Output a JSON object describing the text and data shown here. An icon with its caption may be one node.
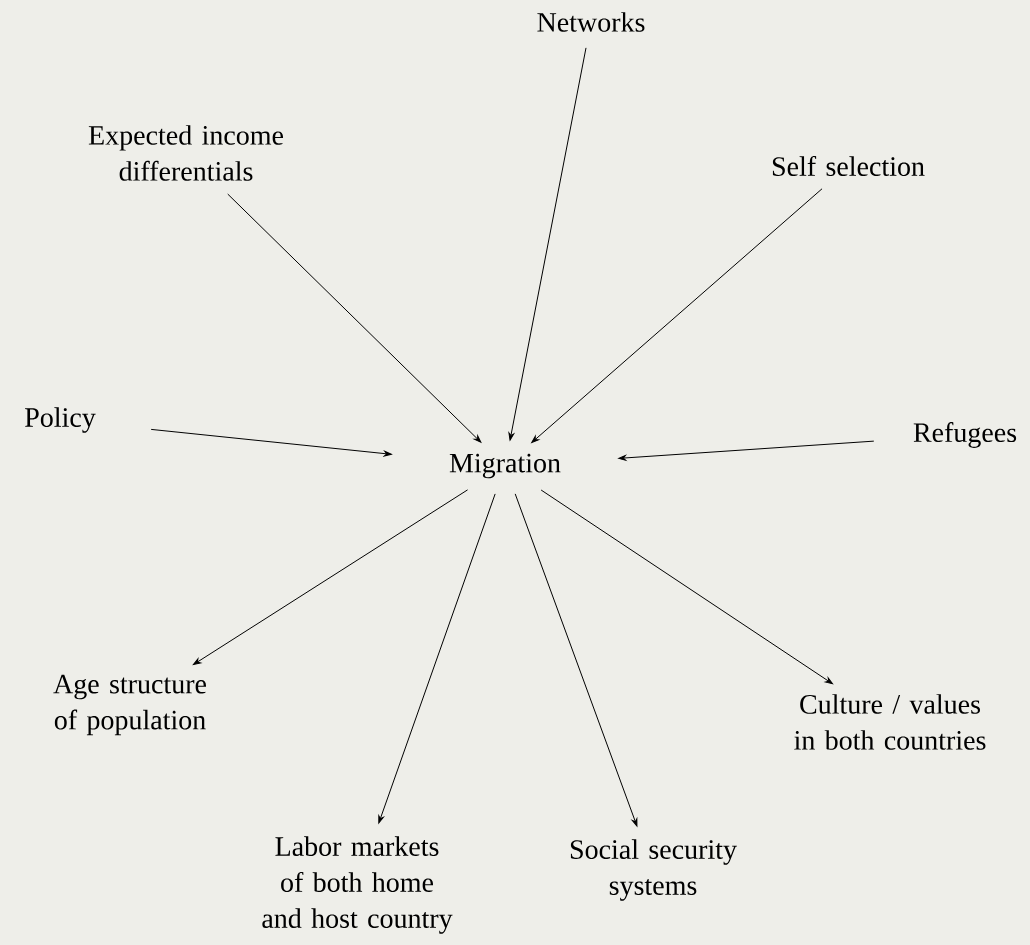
{
  "diagram": {
    "nodes": [
      {
        "text": [
          "Networks"
        ]
      },
      {
        "text": [
          "Expected income differentials"
        ]
      },
      {
        "text": [
          "Self selection"
        ]
      },
      {
        "text": [
          "Policy"
        ]
      },
      {
        "text": [
          "Migration"
        ]
      },
      {
        "text": [
          "Refugees"
        ]
      },
      {
        "text": [
          "Age structure of population"
        ]
      },
      {
        "text": [
          "Culture / values in both countries"
        ]
      },
      {
        "text": [
          "Labor markets of both home and host country"
        ]
      },
      {
        "text": [
          "Social security systems"
        ]
      }
    ],
    "edges": [
      {
        "from": 0,
        "to": 4,
        "arrow": "to"
      },
      {
        "from": 1,
        "to": 4,
        "arrow": "to"
      },
      {
        "from": 2,
        "to": 4,
        "arrow": "to"
      },
      {
        "from": 3,
        "to": 4,
        "arrow": "to"
      },
      {
        "from": 5,
        "to": 4,
        "arrow": "to"
      },
      {
        "from": 4,
        "to": 6,
        "arrow": "to"
      },
      {
        "from": 4,
        "to": 8,
        "arrow": "to"
      },
      {
        "from": 4,
        "to": 9,
        "arrow": "to"
      },
      {
        "from": 4,
        "to": 7,
        "arrow": "to"
      }
    ]
  }
}
